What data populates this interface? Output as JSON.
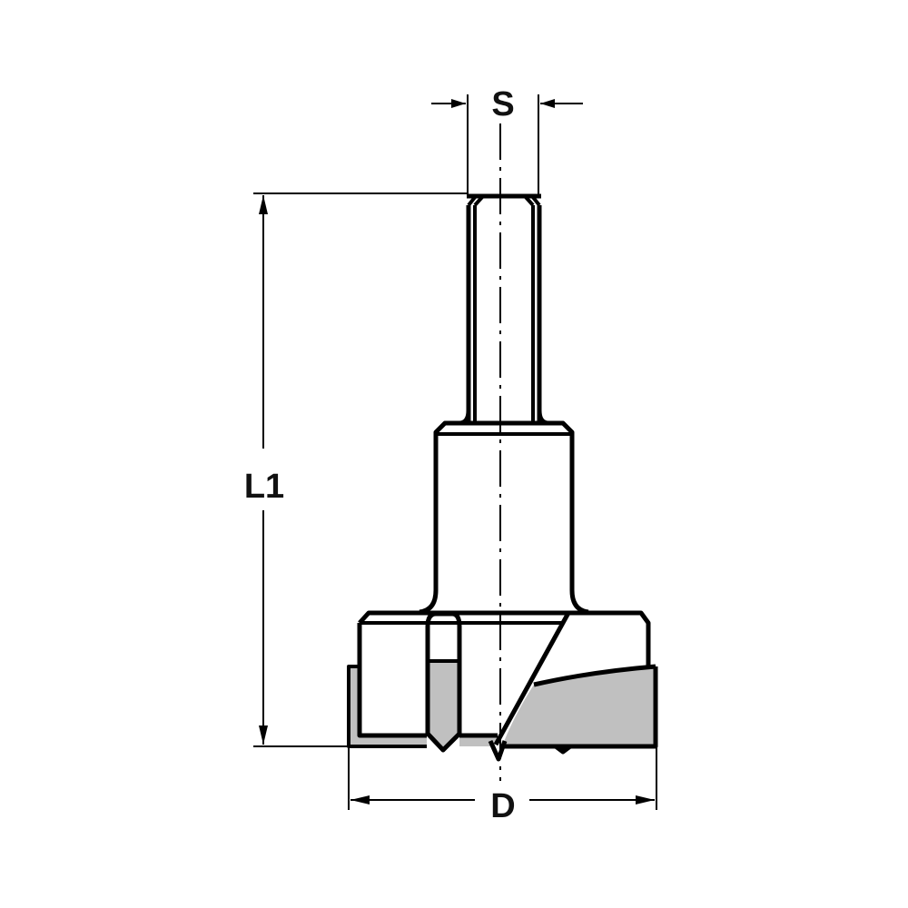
{
  "drawing": {
    "subject": "Hinge boring bit (Forstner-type) with cylindrical shank",
    "colors": {
      "line": "#000000",
      "fill_cutting": "#c0c0c0",
      "background": "#ffffff"
    },
    "dimensions": {
      "shank_diameter": {
        "label": "S"
      },
      "overall_length": {
        "label": "L1"
      },
      "cutting_diameter": {
        "label": "D"
      }
    }
  }
}
